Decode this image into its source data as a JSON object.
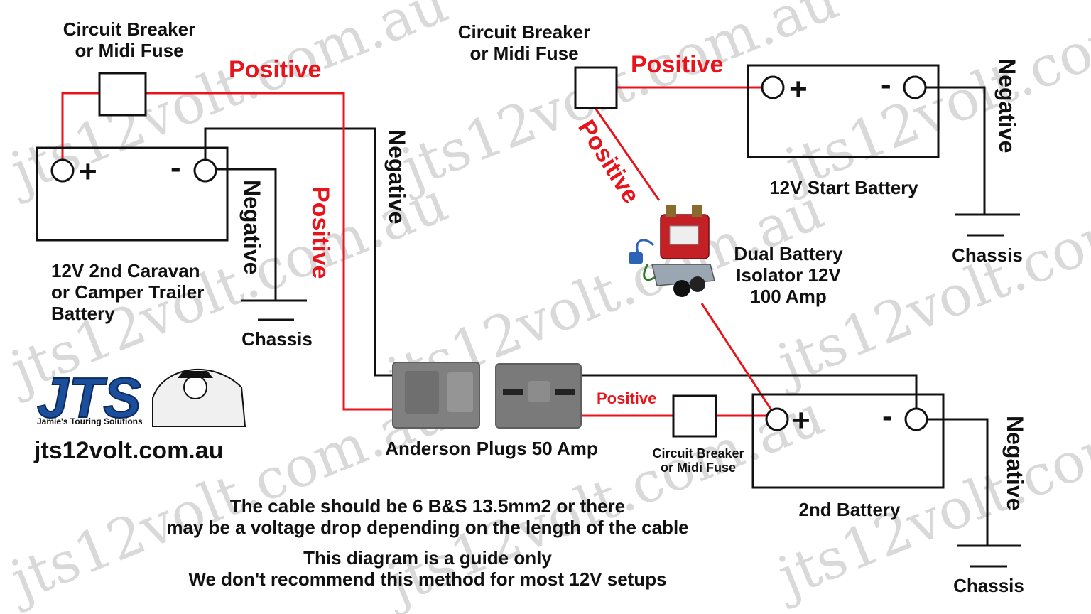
{
  "labels": {
    "cb_left_1": "Circuit Breaker",
    "cb_left_2": "or Midi Fuse",
    "cb_top_1": "Circuit Breaker",
    "cb_top_2": "or Midi Fuse",
    "cb_bottom_1": "Circuit Breaker",
    "cb_bottom_2": "or Midi Fuse",
    "positive_top_left": "Positive",
    "positive_top_right": "Positive",
    "positive_vertical": "Positive",
    "positive_diagonal": "Positive",
    "positive_small": "Positive",
    "negative_left_vertical": "Negative",
    "negative_mid_vertical": "Negative",
    "negative_right_top": "Negative",
    "negative_right_bottom": "Negative",
    "chassis_left": "Chassis",
    "chassis_right_top": "Chassis",
    "chassis_right_bottom": "Chassis",
    "caravan_battery_1": "12V 2nd Caravan",
    "caravan_battery_2": "or Camper Trailer",
    "caravan_battery_3": "Battery",
    "start_battery": "12V Start Battery",
    "second_battery": "2nd Battery",
    "isolator_1": "Dual Battery",
    "isolator_2": "Isolator 12V",
    "isolator_3": "100 Amp",
    "anderson": "Anderson Plugs 50 Amp",
    "note_1": "The cable should be 6 B&S 13.5mm2 or there",
    "note_2": "may be a voltage drop depending on the length of the cable",
    "note_3": "This diagram is a guide only",
    "note_4": "We don't recommend this method for most 12V setups",
    "website": "jts12volt.com.au",
    "logo_text": "JTS",
    "logo_tagline": "Jamie's Touring Solutions",
    "plus": "+",
    "minus": "-",
    "watermark": "jts12volt.com.au"
  },
  "colors": {
    "positive_wire": "#e8141c",
    "negative_wire": "#111111",
    "plug_grey": "#7d7d7d",
    "logo_blue": "#1b4f9c"
  }
}
